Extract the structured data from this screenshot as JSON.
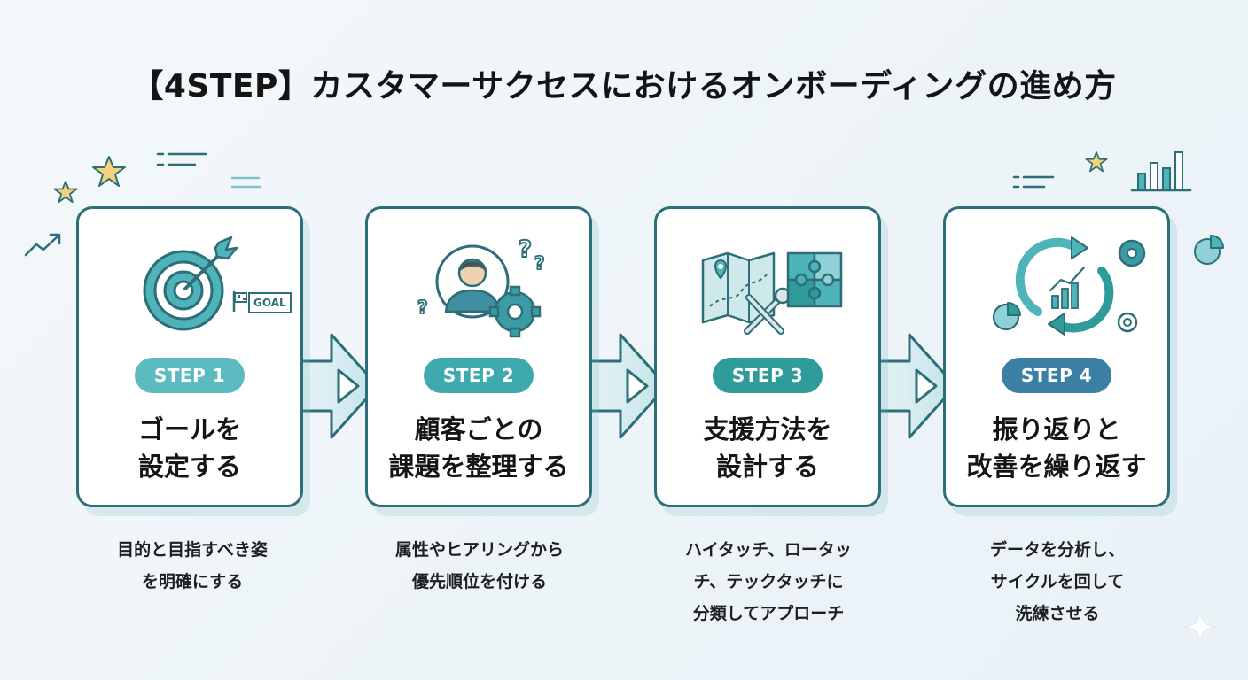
{
  "title": "【4STEP】カスタマーサクセスにおけるオンボーディングの進め方",
  "colors": {
    "badge1": "#5cbac1",
    "badge2": "#3eaab0",
    "badge3": "#2f9c9a",
    "badge4": "#3b80a3",
    "card_border": "#2d6e78",
    "accent_teal": "#4fb3ba",
    "star": "#f3d27a"
  },
  "steps": [
    {
      "badge": "STEP 1",
      "title": [
        "ゴールを",
        "設定する"
      ],
      "desc": [
        "目的と目指すべき姿",
        "を明確にする"
      ],
      "icon": "target-goal-icon",
      "flag": "GOAL"
    },
    {
      "badge": "STEP 2",
      "title": [
        "顧客ごとの",
        "課題を整理する"
      ],
      "desc": [
        "属性やヒアリングから",
        "優先順位を付ける"
      ],
      "icon": "customer-gear-icon"
    },
    {
      "badge": "STEP 3",
      "title": [
        "支援方法を",
        "設計する"
      ],
      "desc": [
        "ハイタッチ、ロータッ",
        "チ、テックタッチに",
        "分類してアプローチ"
      ],
      "icon": "map-tools-puzzle-icon"
    },
    {
      "badge": "STEP 4",
      "title": [
        "振り返りと",
        "改善を繰り返す"
      ],
      "desc": [
        "データを分析し、",
        "サイクルを回して",
        "洗練させる"
      ],
      "icon": "cycle-chart-icon"
    }
  ]
}
